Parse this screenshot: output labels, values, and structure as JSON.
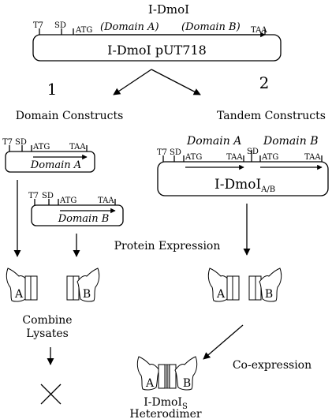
{
  "top": {
    "title": "I-DmoI",
    "t7": "T7",
    "sd": "SD",
    "atg": "ATG",
    "domain_a": "(Domain A)",
    "domain_b": "(Domain B)",
    "taa": "TAA",
    "plasmid": "I-DmoI  pUT718"
  },
  "branch1": {
    "number": "1",
    "heading": "Domain Constructs",
    "construct_a": {
      "t7": "T7",
      "sd": "SD",
      "atg": "ATG",
      "taa": "TAA",
      "domain": "Domain A"
    },
    "construct_b": {
      "t7": "T7",
      "sd": "SD",
      "atg": "ATG",
      "taa": "TAA",
      "domain": "Domain B"
    },
    "protein_a": "A",
    "protein_b": "B",
    "combine_line1": "Combine",
    "combine_line2": "Lysates"
  },
  "branch2": {
    "number": "2",
    "heading": "Tandem Constructs",
    "domain_a": "Domain A",
    "domain_b": "Domain B",
    "t7": "T7",
    "sd1": "SD",
    "atg1": "ATG",
    "taa1": "TAA",
    "sd2": "SD",
    "atg2": "ATG",
    "taa2": "TAA",
    "plasmid_main": "I-DmoI",
    "plasmid_sub": "A/B",
    "protein_a": "A",
    "protein_b": "B",
    "coexpression": "Co-expression",
    "dimer_a": "A",
    "dimer_b": "B",
    "heterodimer_main": "I-DmoI",
    "heterodimer_sub": "S",
    "heterodimer_label": "Heterodimer"
  },
  "protein_expression": "Protein Expression"
}
